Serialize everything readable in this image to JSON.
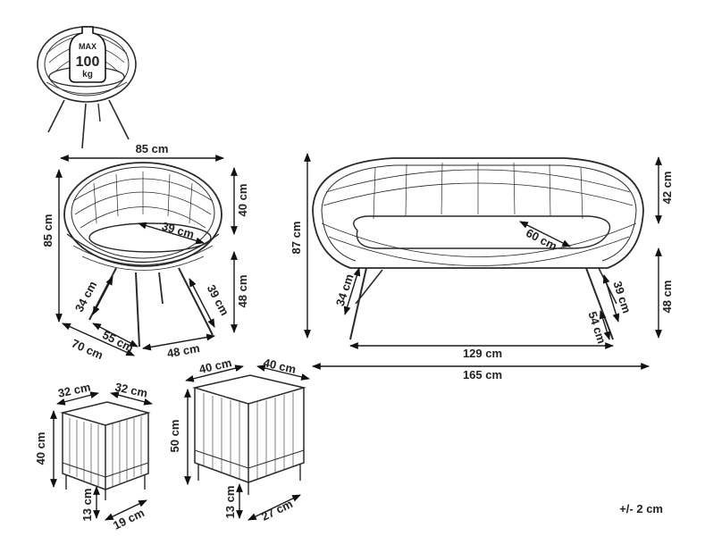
{
  "badge": {
    "line1": "MAX",
    "line2": "100",
    "line3": "kg"
  },
  "chair": {
    "width": "85 cm",
    "height": "85 cm",
    "back": "40 cm",
    "seat_h": "48 cm",
    "seat_d": "39 cm",
    "leg1": "34 cm",
    "leg2": "39 cm",
    "base1": "70 cm",
    "base2": "55 cm",
    "base3": "48 cm"
  },
  "sofa": {
    "height": "87 cm",
    "back": "42 cm",
    "seat_h": "48 cm",
    "seat_d": "60 cm",
    "leg1": "34 cm",
    "leg2": "39 cm",
    "leg3": "54 cm",
    "inner": "129 cm",
    "width": "165 cm"
  },
  "small_table": {
    "w1": "32 cm",
    "w2": "32 cm",
    "h": "40 cm",
    "leg": "13 cm",
    "base": "19 cm"
  },
  "big_table": {
    "w1": "40 cm",
    "w2": "40 cm",
    "h": "50 cm",
    "leg": "13 cm",
    "base": "27 cm"
  },
  "tolerance": "+/- 2 cm"
}
